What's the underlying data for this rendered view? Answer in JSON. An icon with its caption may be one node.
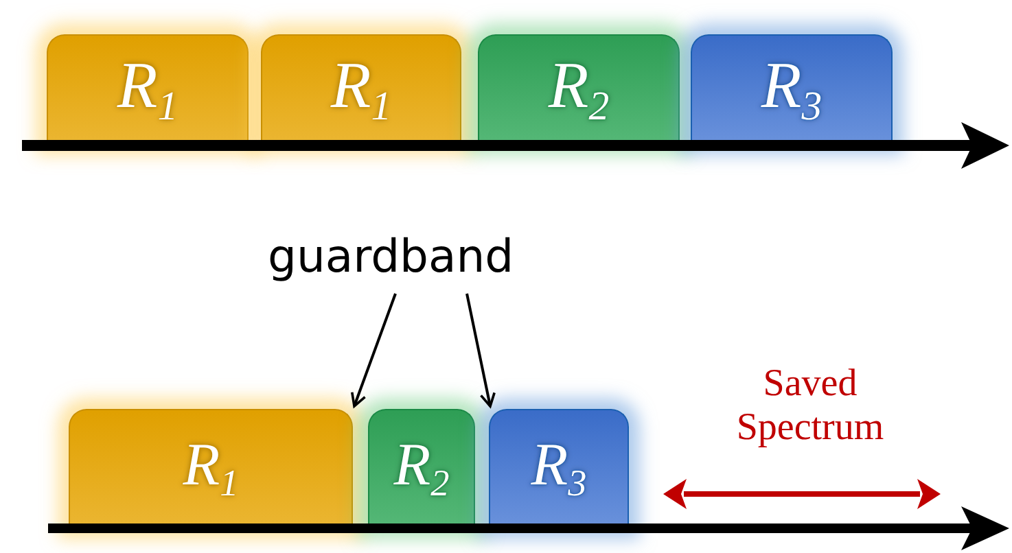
{
  "diagram": {
    "nodes": [
      {
        "text": [
          "R$_{1}$"
        ]
      },
      {
        "text": [
          "R$_{1}$"
        ]
      },
      {
        "text": [
          "R$_{2}$"
        ]
      },
      {
        "text": [
          "R$_{3}$"
        ]
      },
      {
        "text": [
          "guardband"
        ]
      },
      {
        "text": [
          "R$_{1}$"
        ]
      },
      {
        "text": [
          "R$_{2}$"
        ]
      },
      {
        "text": [
          "R$_{3}$"
        ]
      }
    ],
    "edges": [
      {
        "from": 4,
        "to": 5,
        "arrow": "to"
      },
      {
        "from": 4,
        "to": 7,
        "arrow": "to"
      }
    ],
    "labels": [
      "Saved Spectrum"
    ]
  }
}
